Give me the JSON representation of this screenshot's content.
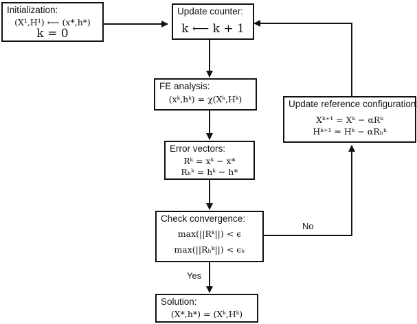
{
  "nodes": {
    "init": {
      "title": "Initialization:",
      "line1": "(X¹,H¹) ⟵ (x*,h*)",
      "line2": "k = 0"
    },
    "update_counter": {
      "title": "Update counter:",
      "line1": "k ⟵ k + 1"
    },
    "fe_analysis": {
      "title": "FE analysis:",
      "line1": "(xᵏ,hᵏ) = χ(Xᵏ,Hᵏ)"
    },
    "error_vectors": {
      "title": "Error vectors:",
      "line1": "Rᵏ = xᵏ − x*",
      "line2": "Rₕᵏ = hᵏ − h*"
    },
    "check_convergence": {
      "title": "Check convergence:",
      "line1": "max(||Rᵏ||) < ϵ",
      "line2": "max(||Rₕᵏ||) < ϵₕ"
    },
    "solution": {
      "title": "Solution:",
      "line1": "(X*,h*) = (Xᵏ,Hᵏ)"
    },
    "update_reference": {
      "title": "Update reference configuration:",
      "line1": "Xᵏ⁺¹ = Xᵏ − αRᵏ",
      "line2": "Hᵏ⁺¹ = Hᵏ − αRₕᵏ"
    }
  },
  "edges": {
    "no_label": "No",
    "yes_label": "Yes"
  }
}
